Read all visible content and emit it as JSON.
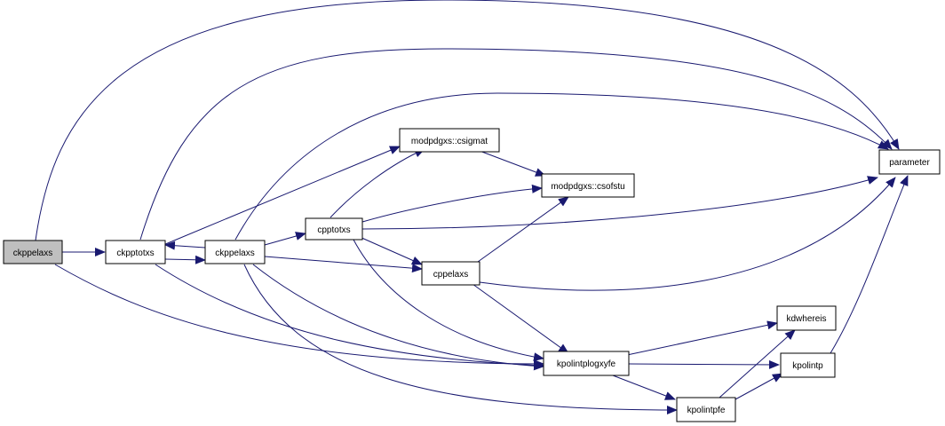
{
  "colors": {
    "edge": "#191970",
    "node_fill": "#ffffff",
    "root_fill": "#bfbfbf",
    "node_border": "#000000"
  },
  "nodes": {
    "root": {
      "label": "ckppelaxs"
    },
    "ckpptotxs": {
      "label": "ckpptotxs"
    },
    "ckppelaxs2": {
      "label": "ckppelaxs"
    },
    "cpptotxs": {
      "label": "cpptotxs"
    },
    "csigmat": {
      "label": "modpdgxs::csigmat"
    },
    "csofstu": {
      "label": "modpdgxs::csofstu"
    },
    "cppelaxs": {
      "label": "cppelaxs"
    },
    "parameter": {
      "label": "parameter"
    },
    "kdwhereis": {
      "label": "kdwhereis"
    },
    "kpolintplogxyfe": {
      "label": "kpolintplogxyfe"
    },
    "kpolintp": {
      "label": "kpolintp"
    },
    "kpolintpfe": {
      "label": "kpolintpfe"
    }
  }
}
